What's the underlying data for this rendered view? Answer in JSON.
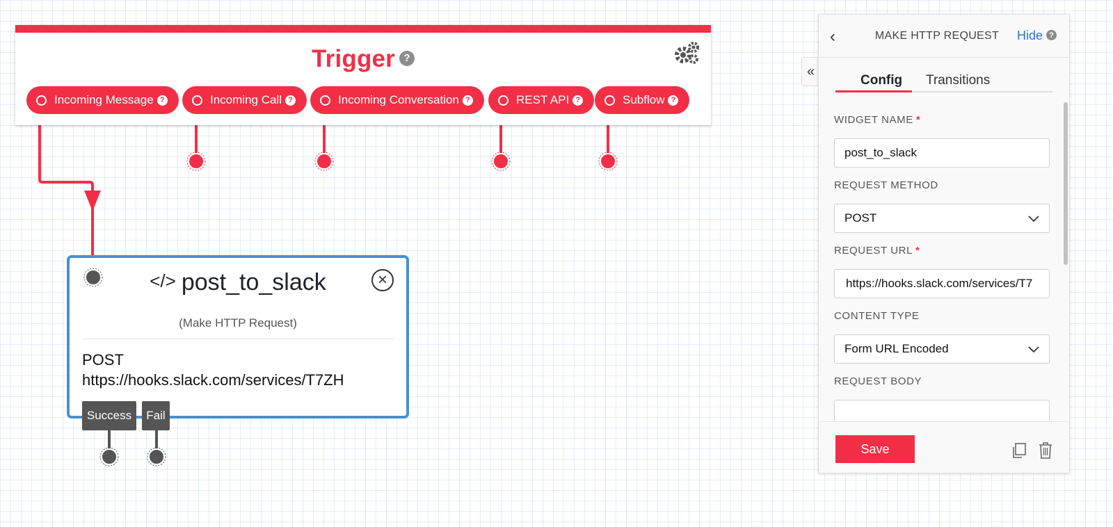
{
  "trigger": {
    "title": "Trigger",
    "help": "?",
    "pills": [
      {
        "label": "Incoming Message"
      },
      {
        "label": "Incoming Call"
      },
      {
        "label": "Incoming Conversation"
      },
      {
        "label": "REST API"
      },
      {
        "label": "Subflow"
      }
    ]
  },
  "widget": {
    "icon": "</>",
    "name": "post_to_slack",
    "type": "(Make HTTP Request)",
    "method": "POST",
    "url": "https://hooks.slack.com/services/T7ZH",
    "transitions": [
      "Success",
      "Fail"
    ]
  },
  "panel": {
    "collapse_glyph": "«",
    "back_glyph": "‹",
    "title": "MAKE HTTP REQUEST",
    "hide_label": "Hide",
    "tabs": [
      "Config",
      "Transitions"
    ],
    "fields": {
      "widget_name_label": "WIDGET NAME",
      "widget_name_value": "post_to_slack",
      "request_method_label": "REQUEST METHOD",
      "request_method_value": "POST",
      "request_url_label": "REQUEST URL",
      "request_url_value": "https://hooks.slack.com/services/T7",
      "content_type_label": "CONTENT TYPE",
      "content_type_value": "Form URL Encoded",
      "request_body_label": "REQUEST BODY"
    },
    "required_mark": "*",
    "save_label": "Save"
  },
  "colors": {
    "accent": "#f22f46",
    "widget_border": "#4a90d0",
    "link": "#2b74d4"
  }
}
